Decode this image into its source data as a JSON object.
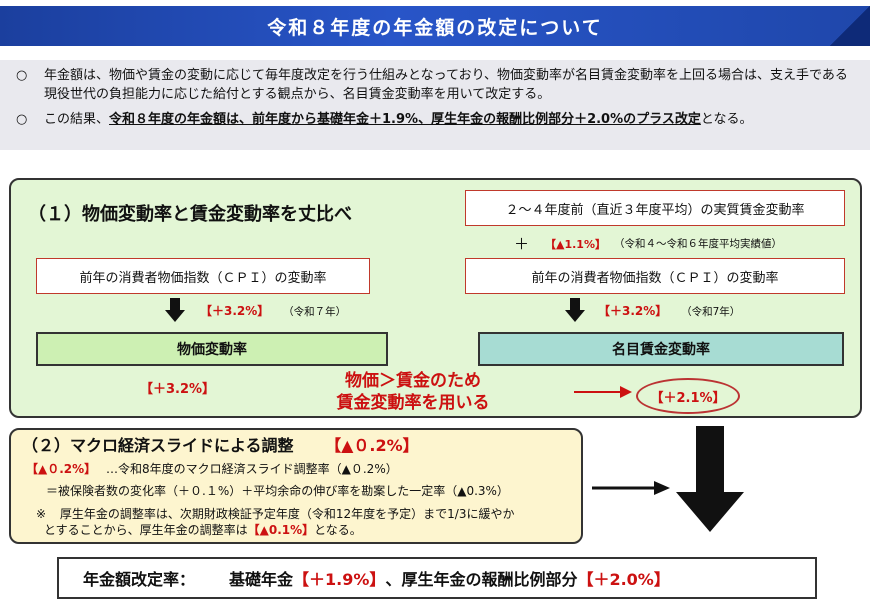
{
  "header": {
    "title": "令和８年度の年金額の改定について"
  },
  "intro": {
    "bullet": "○",
    "p1": "年金額は、物価や賃金の変動に応じて毎年度改定を行う仕組みとなっており、物価変動率が名目賃金変動率を上回る場合は、支え手である現役世代の負担能力に応じた給付とする観点から、名目賃金変動率を用いて改定する。",
    "p2_pre": "この結果、",
    "p2_emph": "令和８年度の年金額は、前年度から基礎年金＋1.9%、厚生年金の報酬比例部分＋2.0%のプラス改定",
    "p2_post": "となる。"
  },
  "section1": {
    "title": "（１）物価変動率と賃金変動率を丈比べ",
    "left": {
      "cpi_box": "前年の消費者物価指数（ＣＰＩ）の変動率",
      "cpi_value": "【＋3.2%】",
      "cpi_note": "（令和７年）",
      "result_box": "物価変動率",
      "result_value": "【＋3.2%】"
    },
    "right": {
      "real_wage_box": "２～４年度前（直近３年度平均）の実質賃金変動率",
      "plus": "＋",
      "real_wage_value": "【▲1.1%】",
      "real_wage_note": "（令和４～令和６年度平均実績値）",
      "cpi_box": "前年の消費者物価指数（ＣＰＩ）の変動率",
      "cpi_value": "【＋3.2%】",
      "cpi_note": "（令和7年）",
      "result_box": "名目賃金変動率",
      "result_value": "【＋2.1%】"
    },
    "note_line1": "物価＞賃金のため",
    "note_line2": "賃金変動率を用いる"
  },
  "section2": {
    "title": "（２）マクロ経済スライドによる調整",
    "title_value": "【▲０.2%】",
    "line1_value": "【▲０.2%】",
    "line1_text": "…令和8年度のマクロ経済スライド調整率（▲０.2%）",
    "line2": "＝被保険者数の変化率（＋０.１%）＋平均余命の伸び率を勘案した一定率（▲0.3%）",
    "note_mark": "※",
    "note_line1": "厚生年金の調整率は、次期財政検証予定年度（令和12年度を予定）まで1/3に緩やか",
    "note_line2_pre": "とすることから、厚生年金の調整率は",
    "note_line2_value": "【▲0.1%】",
    "note_line2_post": "となる。"
  },
  "summary": {
    "label": "年金額改定率：",
    "basic_label": "基礎年金",
    "basic_value": "【＋1.9%】",
    "sep": "、",
    "employee_label": "厚生年金の報酬比例部分",
    "employee_value": "【＋2.0%】"
  },
  "colors": {
    "header": "#2350bd",
    "green_panel": "#e3f6d5",
    "yellow_panel": "#fdf5cf",
    "emphasis_red": "#cc1111"
  }
}
